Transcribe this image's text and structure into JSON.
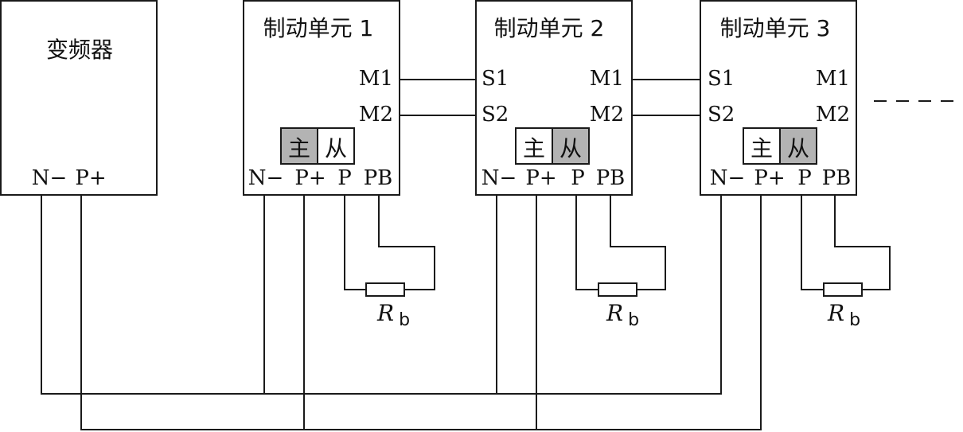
{
  "inverter": {
    "title": "变频器",
    "port_n": "N−",
    "port_p": "P+"
  },
  "units": [
    {
      "title": "制动单元 1",
      "has_s_ports": false,
      "active_mode": "master"
    },
    {
      "title": "制动单元 2",
      "has_s_ports": true,
      "active_mode": "slave"
    },
    {
      "title": "制动单元 3",
      "has_s_ports": true,
      "active_mode": "slave"
    }
  ],
  "ports": {
    "m1": "M1",
    "m2": "M2",
    "s1": "S1",
    "s2": "S2",
    "n": "N−",
    "pplus": "P+",
    "p": "P",
    "pb": "PB"
  },
  "mode_labels": {
    "master": "主",
    "slave": "从"
  },
  "resistor_label": {
    "main": "R",
    "sub": "b"
  },
  "colors": {
    "line": "#1a1a1a",
    "active_mode_fill": "#b3b3b3",
    "inactive_mode_fill": "#ffffff"
  }
}
